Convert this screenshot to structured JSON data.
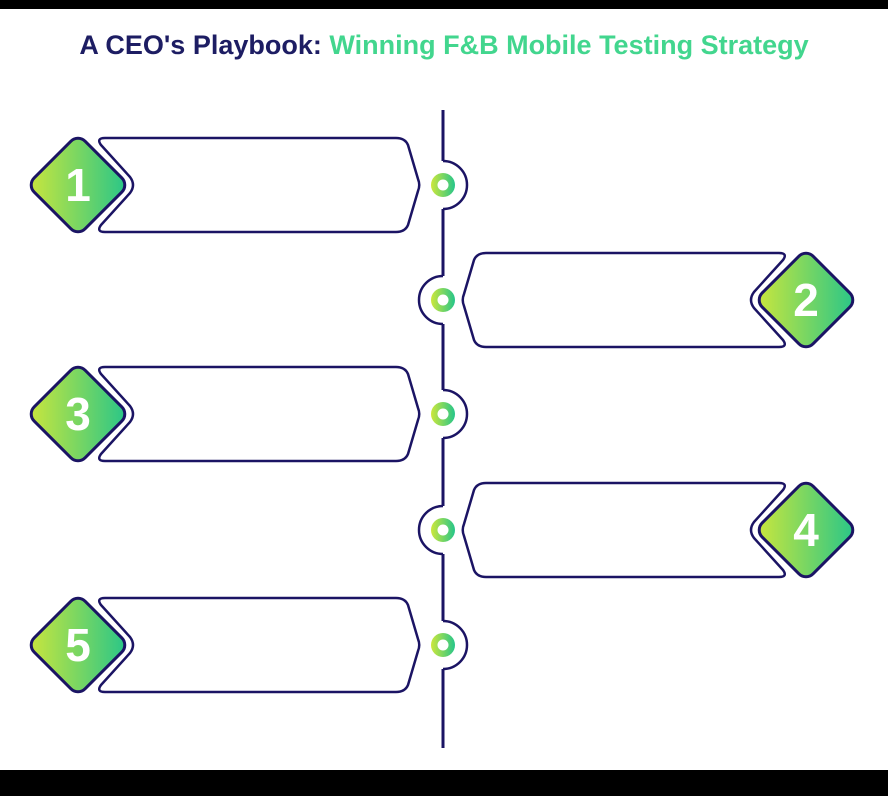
{
  "title": {
    "prefix": "A CEO's Playbook: ",
    "highlight": "Winning F&B Mobile Testing Strategy"
  },
  "items": [
    {
      "number": "1",
      "side": "left"
    },
    {
      "number": "2",
      "side": "right"
    },
    {
      "number": "3",
      "side": "left"
    },
    {
      "number": "4",
      "side": "right"
    },
    {
      "number": "5",
      "side": "left"
    }
  ],
  "colors": {
    "outline_navy": "#1b1464",
    "title_navy": "#1d1d63",
    "title_green": "#42d68e",
    "diamond_gradient_start": "#cde73b",
    "diamond_gradient_end": "#25c58a",
    "number_text": "#ffffff",
    "edge_bars": "#000000"
  }
}
